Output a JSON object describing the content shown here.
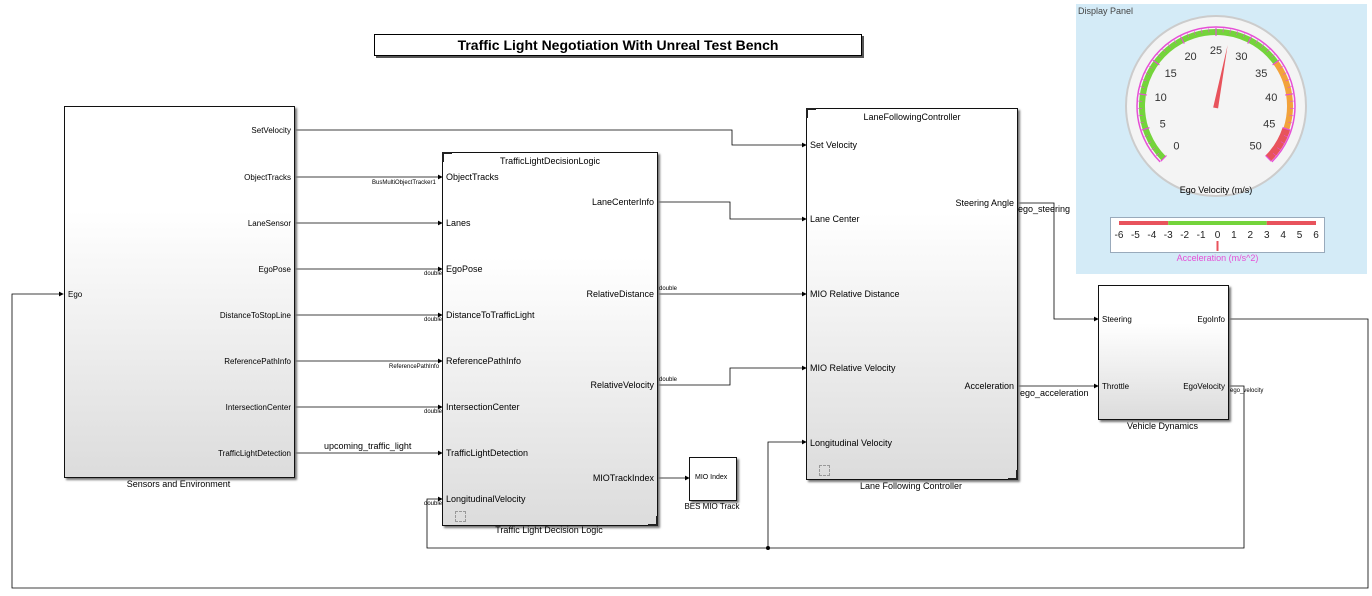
{
  "title": "Traffic Light Negotiation With Unreal Test Bench",
  "blocks": {
    "sensors": {
      "caption": "Sensors and Environment",
      "in_ports": [
        "Ego"
      ],
      "out_ports": [
        "SetVelocity",
        "ObjectTracks",
        "LaneSensor",
        "EgoPose",
        "DistanceToStopLine",
        "ReferencePathInfo",
        "IntersectionCenter",
        "TrafficLightDetection"
      ]
    },
    "tld": {
      "title": "TrafficLightDecisionLogic",
      "caption": "Traffic Light Decision Logic",
      "in_ports": [
        "ObjectTracks",
        "Lanes",
        "EgoPose",
        "DistanceToTrafficLight",
        "ReferencePathInfo",
        "IntersectionCenter",
        "TrafficLightDetection",
        "LongitudinalVelocity"
      ],
      "out_ports": [
        "LaneCenterInfo",
        "RelativeDistance",
        "RelativeVelocity",
        "MIOTrackIndex"
      ]
    },
    "lfc": {
      "title": "LaneFollowingController",
      "caption": "Lane Following Controller",
      "in_ports": [
        "Set Velocity",
        "Lane Center",
        "MIO Relative Distance",
        "MIO Relative Velocity",
        "Longitudinal Velocity"
      ],
      "out_ports": [
        "Steering Angle",
        "Acceleration"
      ]
    },
    "vd": {
      "caption": "Vehicle Dynamics",
      "in_ports": [
        "Steering",
        "Throttle"
      ],
      "out_ports": [
        "EgoInfo",
        "EgoVelocity"
      ]
    },
    "mio": {
      "label": "MIO Index",
      "caption": "BES MIO Track"
    }
  },
  "signals": {
    "bus_tracker": "BusMultiObjectTracker1",
    "double_egopose": "double",
    "double_dist": "double",
    "refpath": "ReferencePathInfo",
    "double_intersection": "double",
    "upcoming": "upcoming_traffic_light",
    "double_long": "double",
    "double_reldist": "double",
    "double_relvel": "double",
    "ego_steering": "ego_steering",
    "ego_acceleration": "ego_acceleration",
    "ego_velocity": "ego_velocity"
  },
  "display_panel": {
    "title": "Display Panel",
    "velocity_gauge": {
      "label": "Ego Velocity (m/s)",
      "ticks": [
        "0",
        "5",
        "10",
        "15",
        "20",
        "25",
        "30",
        "35",
        "40",
        "45",
        "50"
      ],
      "min": 0,
      "max": 50,
      "value": 27
    },
    "acceleration_gauge": {
      "label": "Acceleration (m/s^2)",
      "ticks": [
        "-6",
        "-5",
        "-4",
        "-3",
        "-2",
        "-1",
        "0",
        "1",
        "2",
        "3",
        "4",
        "5",
        "6"
      ],
      "min": -6,
      "max": 6,
      "value": 0
    },
    "colors": {
      "green": "#74d43b",
      "red": "#e8535c",
      "magenta": "#e64fd6",
      "orange": "#f2a23b",
      "needle": "#e8535c"
    }
  }
}
